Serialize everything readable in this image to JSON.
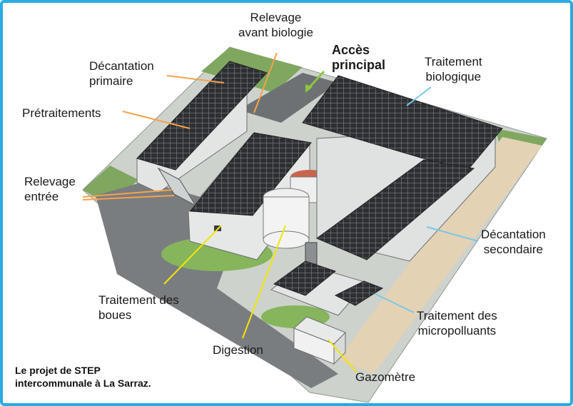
{
  "labels": {
    "relevage_avant_biologie": [
      "Relevage",
      "avant biologie"
    ],
    "acces_principal": [
      "Accès",
      "principal"
    ],
    "traitement_biologique": [
      "Traitement",
      "biologique"
    ],
    "decantation_primaire": [
      "Décantation",
      "primaire"
    ],
    "pretraitements": "Prétraitements",
    "relevage_entree": [
      "Relevage",
      "entrée"
    ],
    "decantation_secondaire": [
      "Décantation",
      "secondaire"
    ],
    "traitement_des_boues": [
      "Traitement des",
      "boues"
    ],
    "traitement_des_micropolluants": [
      "Traitement des",
      "micropolluants"
    ],
    "digestion": "Digestion",
    "gazometre": "Gazomètre"
  },
  "caption": [
    "Le projet de STEP",
    "intercommunale à La Sarraz."
  ],
  "colors": {
    "frame": "#29abe2",
    "leader_orange": "#f5a24b",
    "leader_yellow": "#f2e600",
    "leader_blue": "#7cc8e6",
    "arrow_green": "#8cc63f"
  }
}
